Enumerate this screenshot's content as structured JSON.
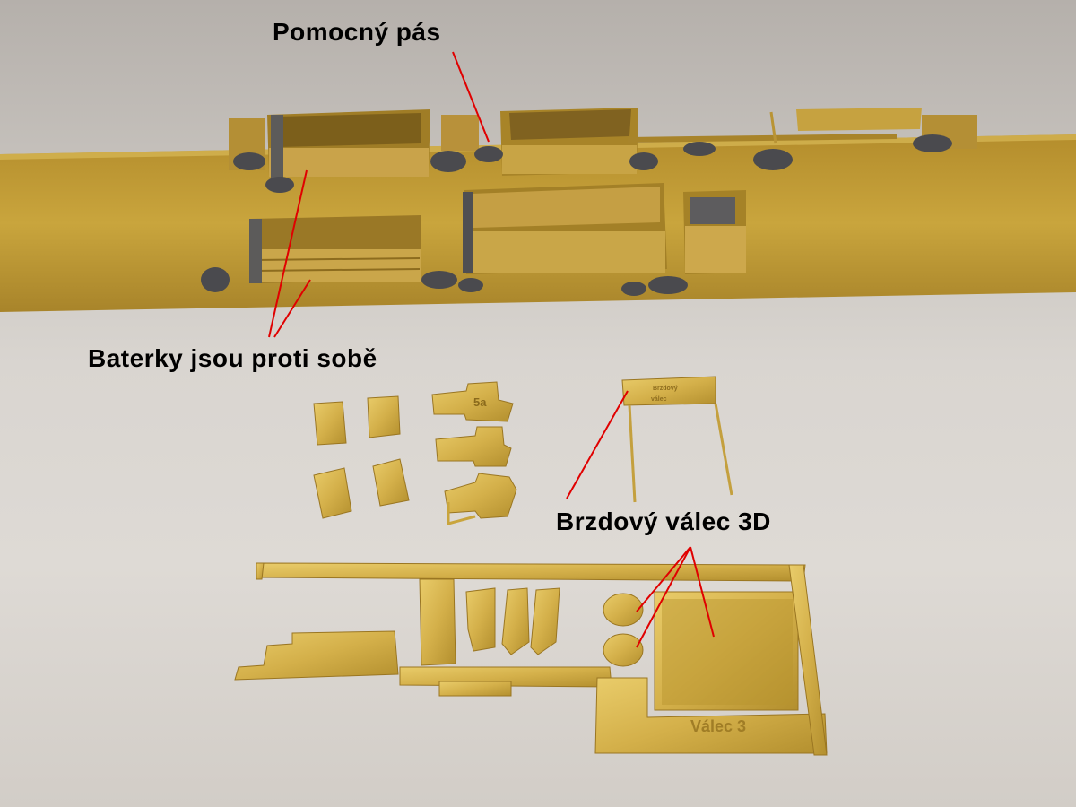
{
  "photo": {
    "callouts": {
      "auxiliary_strip": "Pomocný pás",
      "batteries": "Baterky jsou proti sobě",
      "brake_cylinder": "Brzdový válec 3D"
    },
    "etched_text": {
      "part_number": "5a",
      "fret_label": "Válec 3",
      "small_plate_line1": "Brzdový",
      "small_plate_line2": "válec"
    },
    "colors": {
      "brass": "#c9a53d",
      "brass_light": "#e6c865",
      "brass_dark": "#8d6c1e",
      "solder": "#4a4a4e",
      "callout_line": "#e00000",
      "background": "#dcd8d3"
    }
  }
}
